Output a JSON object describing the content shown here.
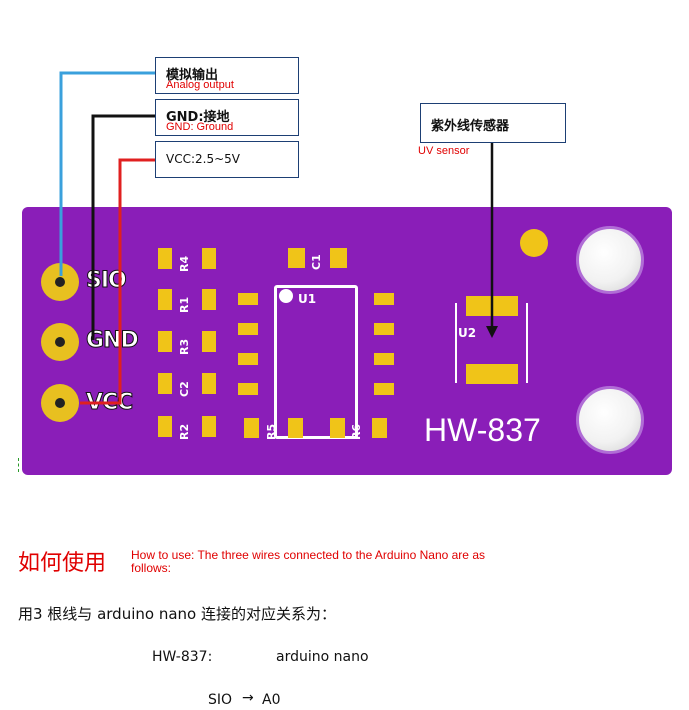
{
  "labels": {
    "analog": {
      "cn": "模拟输出",
      "en": "Analog output"
    },
    "gnd": {
      "cn": "GND:接地",
      "en": "GND: Ground"
    },
    "vcc": {
      "cn": "VCC:2.5~5V"
    },
    "uv": {
      "cn": "紫外线传感器",
      "en": "UV sensor"
    }
  },
  "board": {
    "model": "HW-837",
    "pins": [
      "SIO",
      "GND",
      "VCC"
    ],
    "components": {
      "r4": "R4",
      "r1": "R1",
      "r3": "R3",
      "c2": "C2",
      "r2": "R2",
      "r5": "R5",
      "r6": "R6",
      "c1": "C1",
      "u1": "U1",
      "u2": "U2"
    }
  },
  "colors": {
    "board": "#8a1eb8",
    "pad": "#f0c418",
    "wire_sio": "#3aa0dc",
    "wire_gnd": "#111111",
    "wire_vcc": "#e02020",
    "title_red": "#e00000"
  },
  "howto": {
    "title_cn": "如何使用",
    "title_en": "How to use: The three wires connected to the Arduino Nano are as follows:",
    "line_cn": "用3 根线与 arduino nano 连接的对应关系为：",
    "table_header_left": "HW-837:",
    "table_header_right": "arduino nano",
    "mapping_left": "SIO",
    "mapping_right": "A0"
  }
}
